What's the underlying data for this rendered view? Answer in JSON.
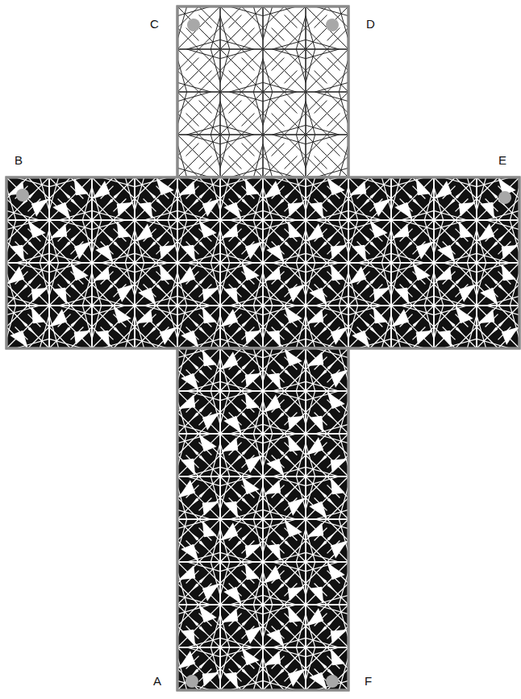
{
  "diagram": {
    "labels": [
      "C",
      "D",
      "B",
      "E",
      "A",
      "F"
    ]
  }
}
